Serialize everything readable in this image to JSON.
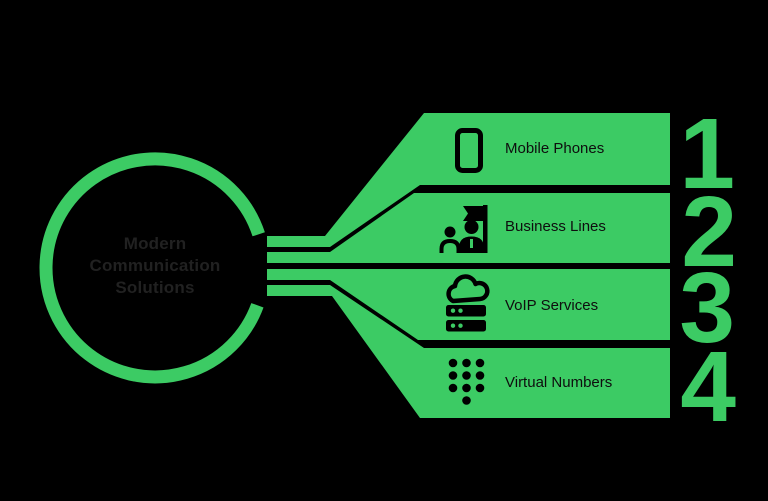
{
  "circle": {
    "lines": [
      "Modern",
      "Communication",
      "Solutions"
    ]
  },
  "items": [
    {
      "number": "1",
      "label": "Mobile Phones",
      "icon": "smartphone-icon"
    },
    {
      "number": "2",
      "label": "Business Lines",
      "icon": "business-team-flag-icon"
    },
    {
      "number": "3",
      "label": "VoIP Services",
      "icon": "cloud-server-icon"
    },
    {
      "number": "4",
      "label": "Virtual Numbers",
      "icon": "dialpad-icon"
    }
  ],
  "colors": {
    "background": "#000000",
    "accent_green": "#3CCB64",
    "circle_text": "#212121",
    "label_text": "#0e0e0e"
  }
}
